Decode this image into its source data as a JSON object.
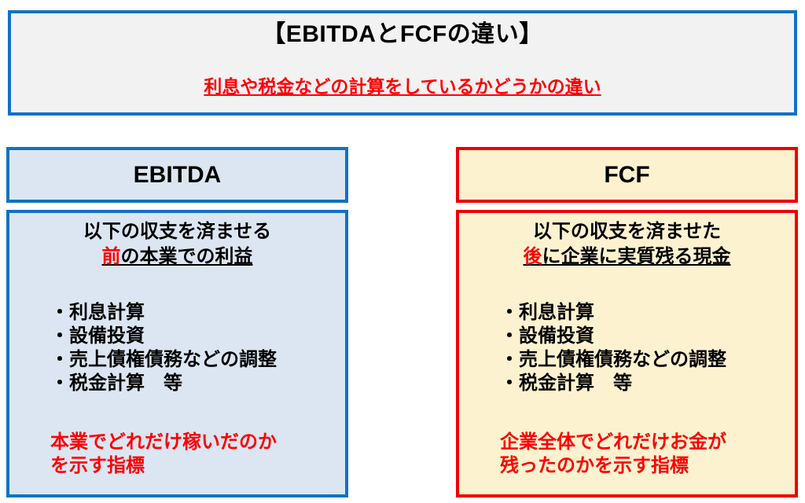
{
  "colors": {
    "blue_border": "#1171c3",
    "blue_fill": "#dce6f2",
    "red_border": "#ee0000",
    "cream_fill": "#fdf2cf",
    "gray_fill": "#f2f2f2",
    "red_text": "#ff0000",
    "black_text": "#000000"
  },
  "header_box": {
    "title": "【EBITDAとFCFの違い】",
    "subtitle": "利息や税金などの計算をしているかどうかの違い"
  },
  "ebitda": {
    "title": "EBITDA",
    "heading_line1": "以下の収支を済ませる",
    "heading_highlight": "前",
    "heading_line2_rest": "の本業での利益",
    "bullets": [
      "・利息計算",
      "・設備投資",
      "・売上債権債務などの調整",
      "・税金計算　等"
    ],
    "summary_line1": "本業でどれだけ稼いだのか",
    "summary_line2": "を示す指標"
  },
  "fcf": {
    "title": "FCF",
    "heading_line1": "以下の収支を済ませた",
    "heading_highlight": "後",
    "heading_line2_rest": "に企業に実質残る現金",
    "bullets": [
      "・利息計算",
      "・設備投資",
      "・売上債権債務などの調整",
      "・税金計算　等"
    ],
    "summary_line1": "企業全体でどれだけお金が",
    "summary_line2": "残ったのかを示す指標"
  }
}
